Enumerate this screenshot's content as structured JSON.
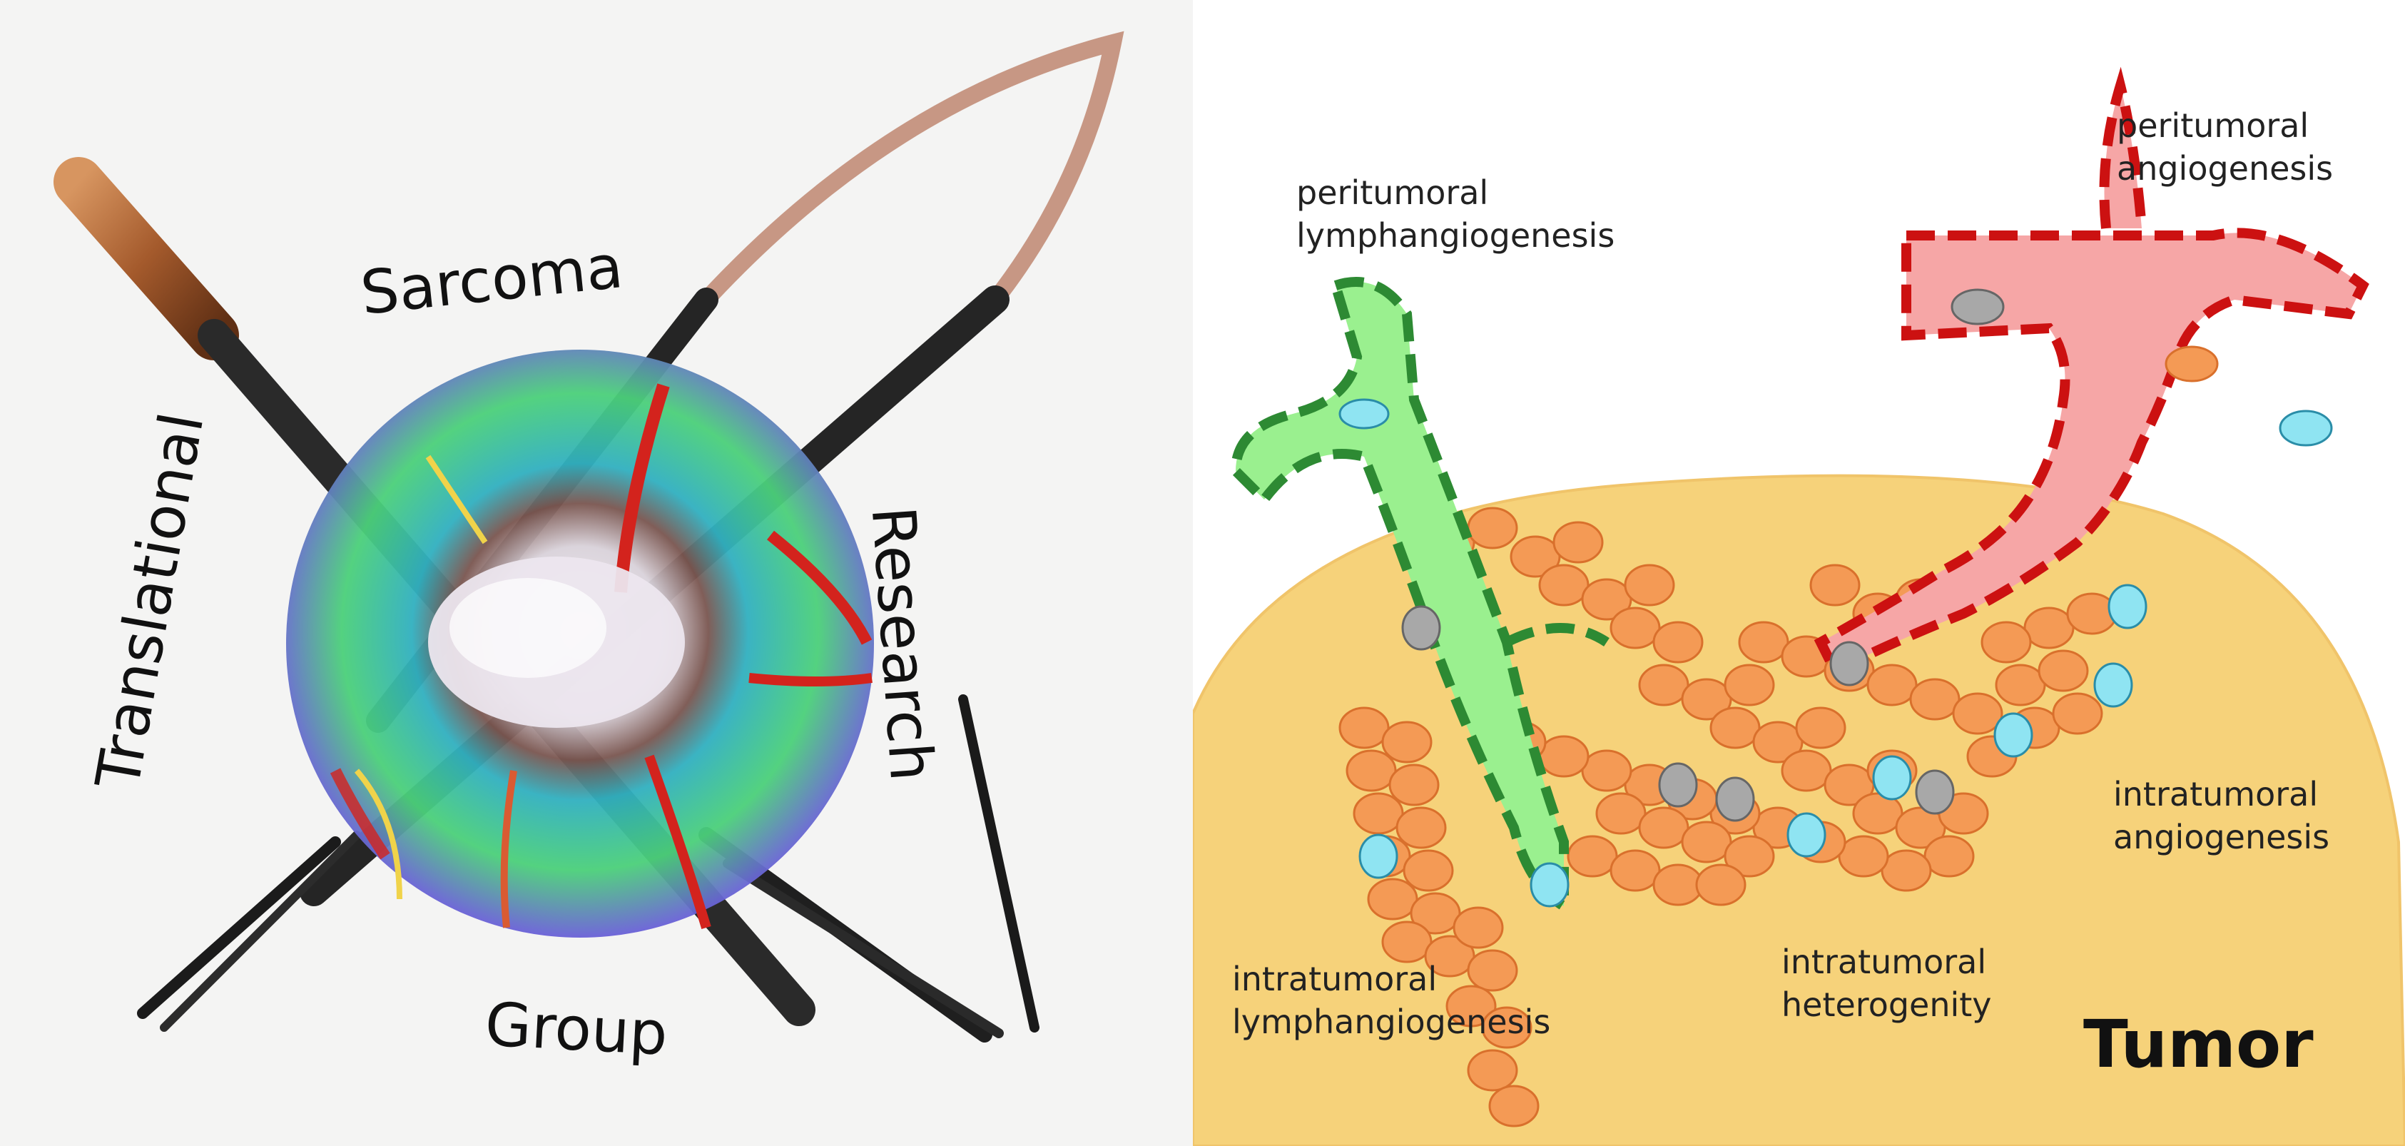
{
  "left_logo": {
    "words": {
      "top": "Sarcoma",
      "left": "Translational",
      "right": "Research",
      "bottom": "Group"
    }
  },
  "diagram": {
    "labels": {
      "peri_lymph": [
        "peritumoral",
        "lymphangiogenesis"
      ],
      "peri_angio": [
        "peritumoral",
        "angiogenesis"
      ],
      "intra_angio": [
        "intratumoral",
        "angiogenesis"
      ],
      "intra_lymph": [
        "intratumoral",
        "lymphangiogenesis"
      ],
      "intra_het": [
        "intratumoral",
        "heterogenity"
      ]
    },
    "tumor_label": "Tumor"
  },
  "colors": {
    "tumor_fill": "#f6d27a",
    "tumor_cell": "#f49a55",
    "lymph_vessel": "#9af08f",
    "lymph_border": "#2d8a33",
    "blood_vessel": "#f6a6a6",
    "blood_border": "#cc1111",
    "immune_cell": "#8fe4f2",
    "grey_cell": "#a8a8a8"
  }
}
